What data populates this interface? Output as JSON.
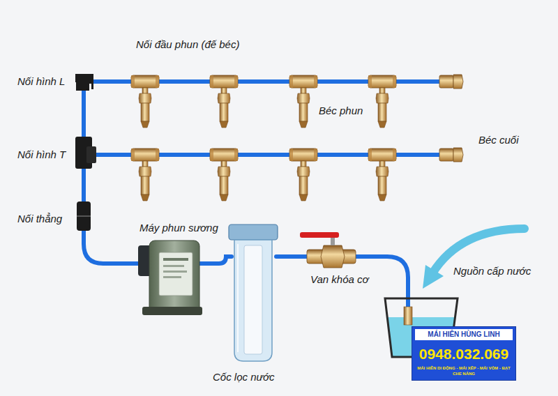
{
  "diagram": {
    "nodes": [
      {
        "text": [
          "MÁI HIÊN HÙNG LINH",
          "0948.032.069",
          "MÁI HIÊN DI ĐỘNG - MÁI XẾP - MÁI VÒM - BẠT CHE NẮNG"
        ]
      }
    ],
    "labels": [
      "Nối đầu phun (đế béc)",
      "Nối hình L",
      "Béc phun",
      "Béc cuối",
      "Nối hình T",
      "Nối thẳng",
      "Máy phun sương",
      "Van khóa cơ",
      "Nguồn cấp nước",
      "Cốc lọc nước"
    ]
  }
}
